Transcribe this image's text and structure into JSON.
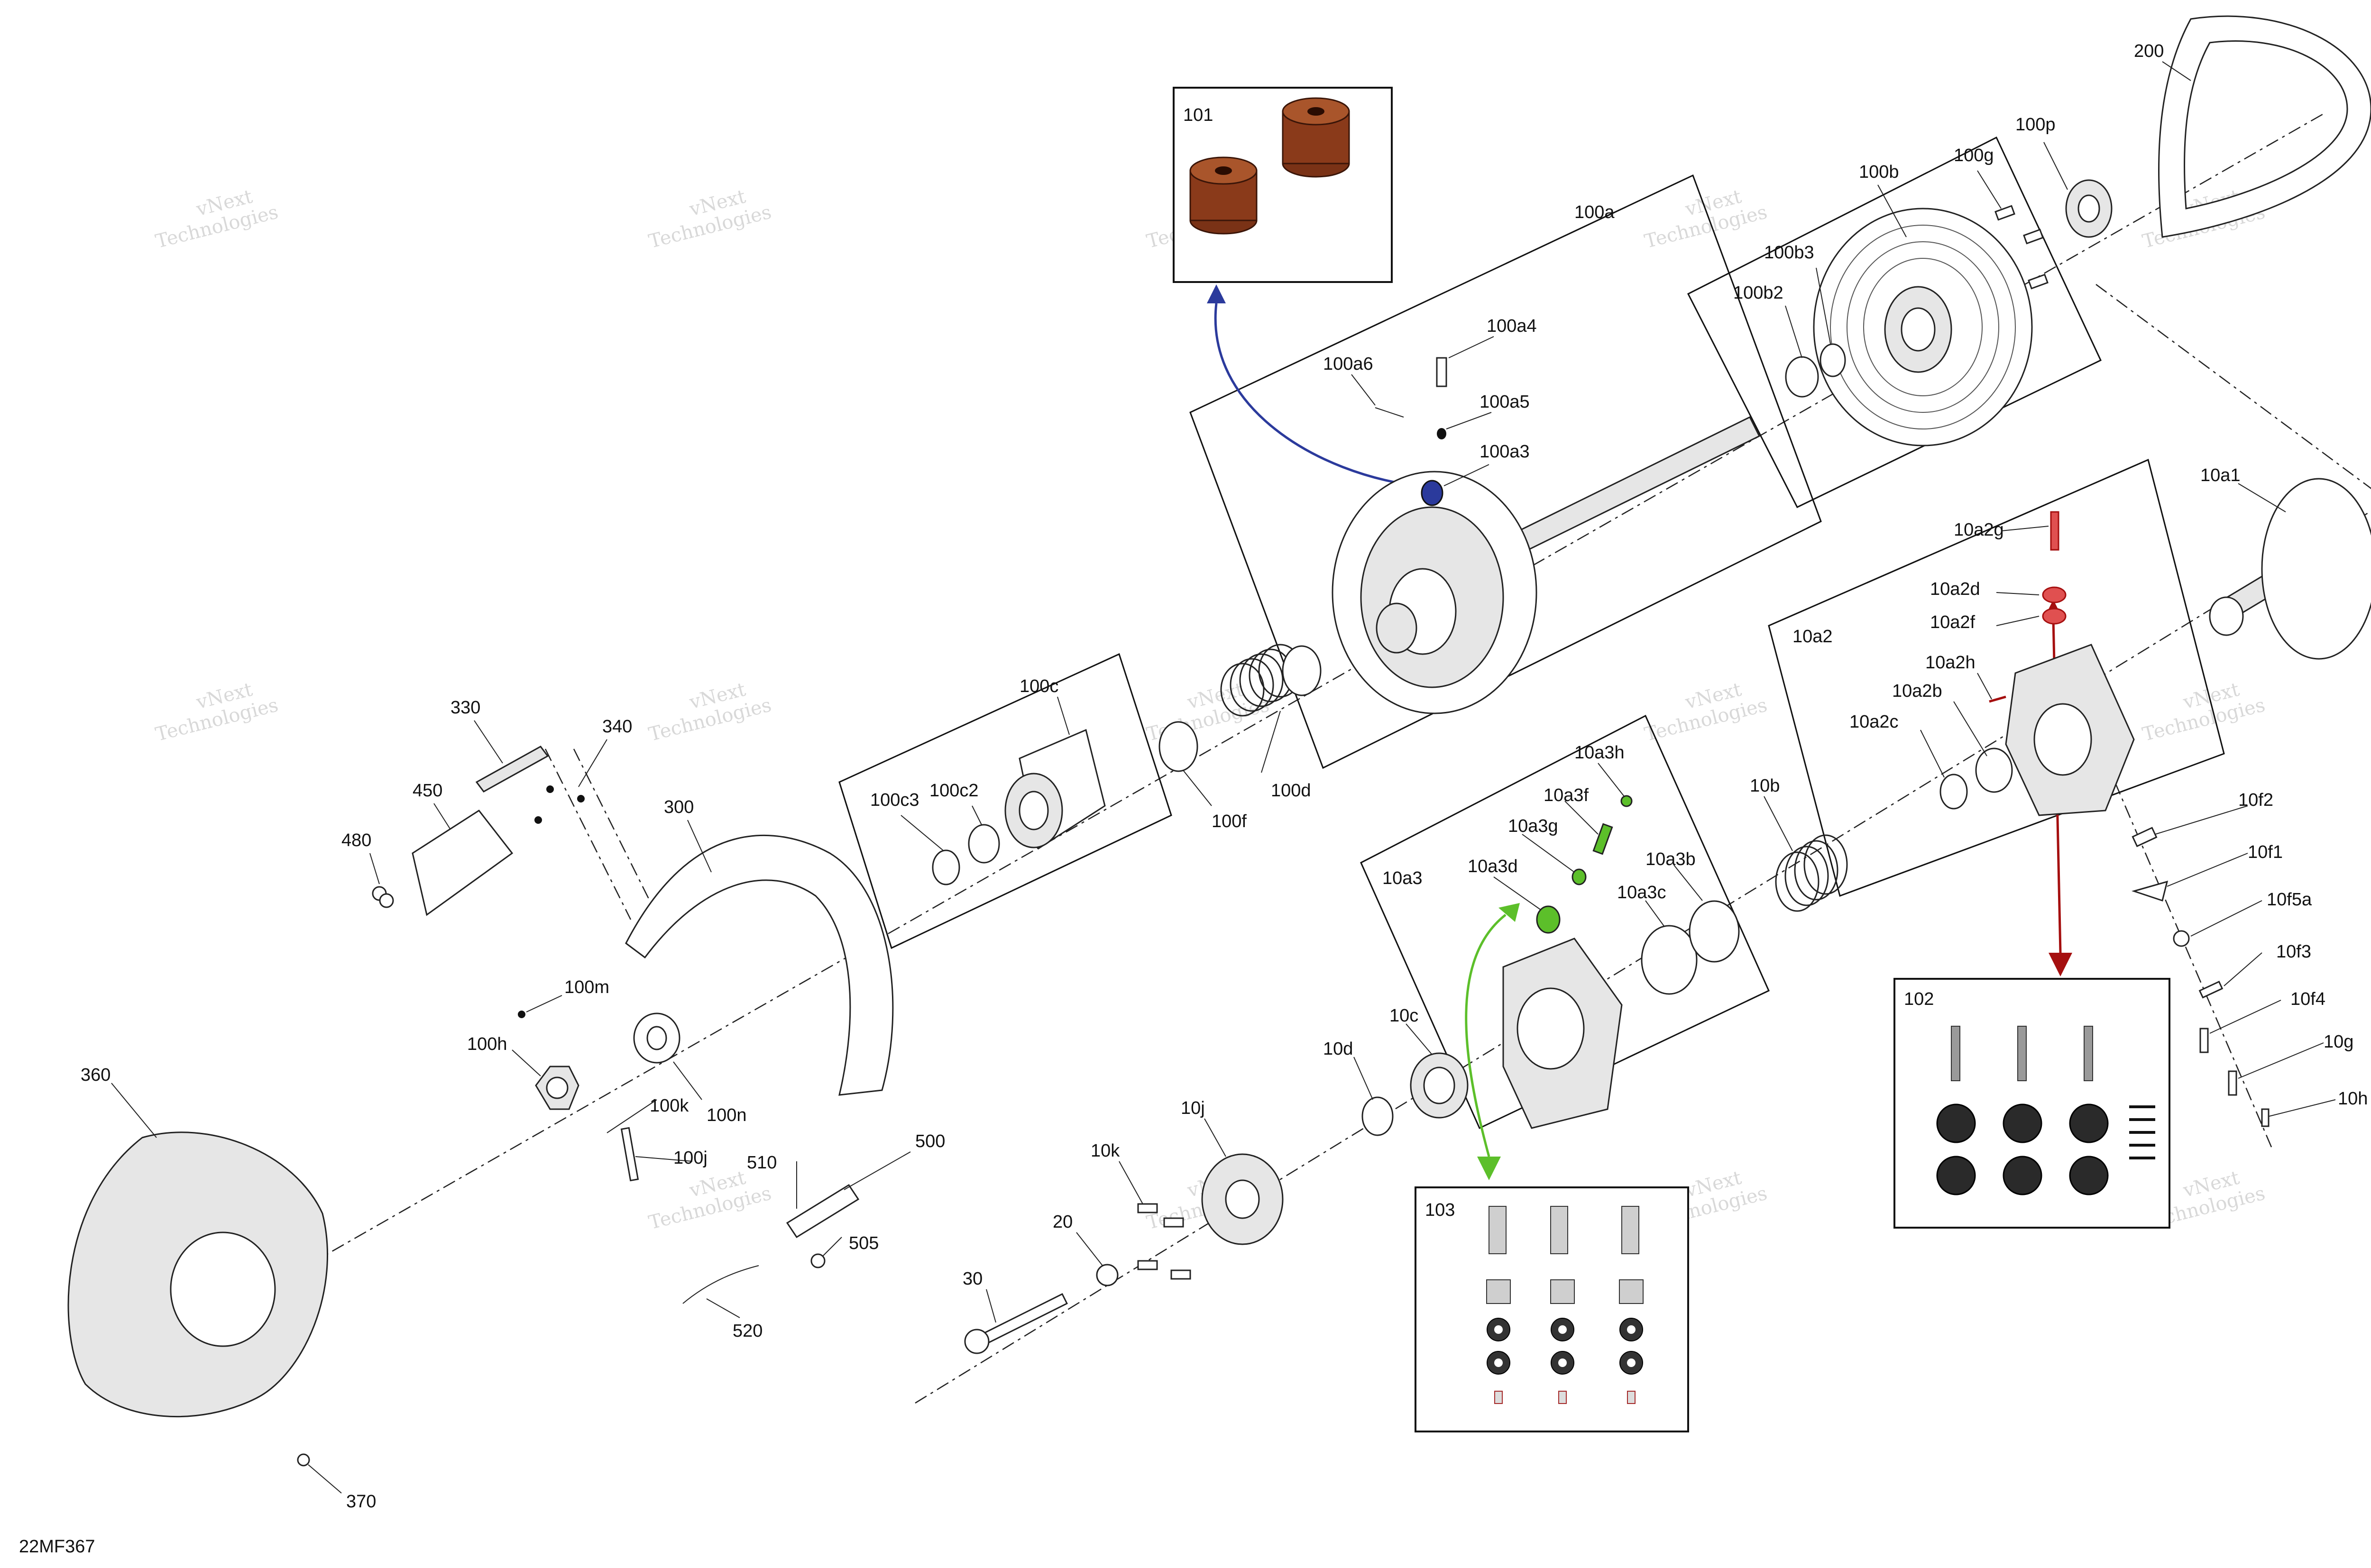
{
  "diagram_id": "22MF367",
  "watermark": {
    "line1": "vNext",
    "line2": "Technologies"
  },
  "colors": {
    "kit101": "#2b3a9c",
    "kit102": "#a50f0f",
    "kit103": "#5cbf2a",
    "rubber": "#8a3a1a"
  },
  "kits": {
    "k101": "101",
    "k102": "102",
    "k103": "103"
  },
  "labels": {
    "p100a": "100a",
    "p100a3": "100a3",
    "p100a4": "100a4",
    "p100a5": "100a5",
    "p100a6": "100a6",
    "p100b": "100b",
    "p100b2": "100b2",
    "p100b3": "100b3",
    "p100c": "100c",
    "p100c2": "100c2",
    "p100c3": "100c3",
    "p100d": "100d",
    "p100f": "100f",
    "p100g": "100g",
    "p100h": "100h",
    "p100j": "100j",
    "p100k": "100k",
    "p100m": "100m",
    "p100n": "100n",
    "p100p": "100p",
    "p10a1": "10a1",
    "p10a2": "10a2",
    "p10a2b": "10a2b",
    "p10a2c": "10a2c",
    "p10a2d": "10a2d",
    "p10a2f": "10a2f",
    "p10a2g": "10a2g",
    "p10a2h": "10a2h",
    "p10a3": "10a3",
    "p10a3b": "10a3b",
    "p10a3c": "10a3c",
    "p10a3d": "10a3d",
    "p10a3f": "10a3f",
    "p10a3g": "10a3g",
    "p10a3h": "10a3h",
    "p10b": "10b",
    "p10c": "10c",
    "p10d": "10d",
    "p10f1": "10f1",
    "p10f2": "10f2",
    "p10f3": "10f3",
    "p10f4": "10f4",
    "p10f5a": "10f5a",
    "p10g": "10g",
    "p10h": "10h",
    "p10j": "10j",
    "p10k": "10k",
    "p20": "20",
    "p30": "30",
    "p200": "200",
    "p300": "300",
    "p330": "330",
    "p340": "340",
    "p360": "360",
    "p370": "370",
    "p450": "450",
    "p480": "480",
    "p500": "500",
    "p505": "505",
    "p510": "510",
    "p520": "520"
  }
}
